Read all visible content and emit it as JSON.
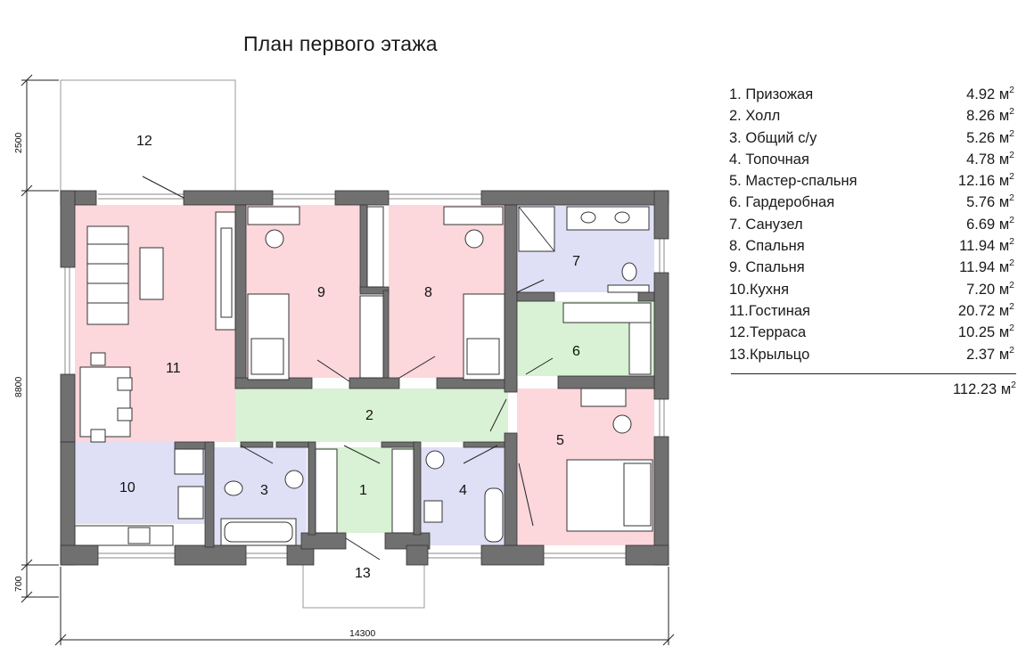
{
  "title": "План первого этажа",
  "rooms": [
    {
      "num": "1.",
      "name": "Призожая",
      "area": "4.92",
      "unit": "м",
      "exp": "2"
    },
    {
      "num": "2.",
      "name": "Холл",
      "area": "8.26",
      "unit": "м",
      "exp": "2"
    },
    {
      "num": "3.",
      "name": "Общий с/у",
      "area": "5.26",
      "unit": "м",
      "exp": "2"
    },
    {
      "num": "4.",
      "name": "Топочная",
      "area": "4.78",
      "unit": "м",
      "exp": "2"
    },
    {
      "num": "5.",
      "name": "Мастер-спальня",
      "area": "12.16",
      "unit": "м",
      "exp": "2"
    },
    {
      "num": "6.",
      "name": "Гардеробная",
      "area": "5.76",
      "unit": "м",
      "exp": "2"
    },
    {
      "num": "7.",
      "name": "Санузел",
      "area": "6.69",
      "unit": "м",
      "exp": "2"
    },
    {
      "num": "8.",
      "name": "Спальня",
      "area": "11.94",
      "unit": "м",
      "exp": "2"
    },
    {
      "num": "9.",
      "name": "Спальня",
      "area": "11.94",
      "unit": "м",
      "exp": "2"
    },
    {
      "num": "10.",
      "name": "Кухня",
      "area": "7.20",
      "unit": "м",
      "exp": "2"
    },
    {
      "num": "11.",
      "name": "Гостиная",
      "area": "20.72",
      "unit": "м",
      "exp": "2"
    },
    {
      "num": "12.",
      "name": "Терраса",
      "area": "10.25",
      "unit": "м",
      "exp": "2"
    },
    {
      "num": "13.",
      "name": "Крыльцо",
      "area": "2.37",
      "unit": "м",
      "exp": "2"
    }
  ],
  "total": {
    "area": "112.23",
    "unit": "м",
    "exp": "2"
  },
  "plan_labels": {
    "r1": "1",
    "r2": "2",
    "r3": "3",
    "r4": "4",
    "r5": "5",
    "r6": "6",
    "r7": "7",
    "r8": "8",
    "r9": "9",
    "r10": "10",
    "r11": "11",
    "r12": "12",
    "r13": "13"
  },
  "dimensions": {
    "top": "2500",
    "main": "8800",
    "bottom": "700",
    "width": "14300"
  },
  "colors": {
    "wall": "#707070",
    "living": "#fcd7dc",
    "hall": "#d9f1d4",
    "service": "#dfe0f6",
    "line": "#222222"
  }
}
